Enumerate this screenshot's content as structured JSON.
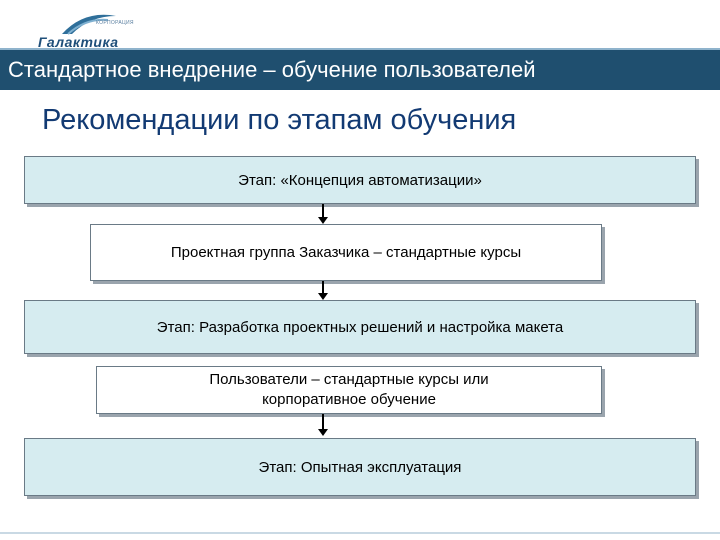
{
  "logo": {
    "sub": "КОРПОРАЦИЯ",
    "name": "Галактика"
  },
  "header": {
    "title": "Стандартное внедрение – обучение пользователей"
  },
  "page": {
    "heading": "Рекомендации по этапам обучения"
  },
  "flow": {
    "stage1": "Этап: «Концепция автоматизации»",
    "note1": "Проектная группа Заказчика – стандартные курсы",
    "stage2": "Этап: Разработка проектных решений и настройка макета",
    "note2_line1": "Пользователи – стандартные курсы или",
    "note2_line2": "корпоративное обучение",
    "stage3": "Этап: Опытная эксплуатация"
  },
  "colors": {
    "header_bg": "#1f4f6f",
    "heading_text": "#123a73",
    "stage_fill": "#d6ecf0"
  }
}
